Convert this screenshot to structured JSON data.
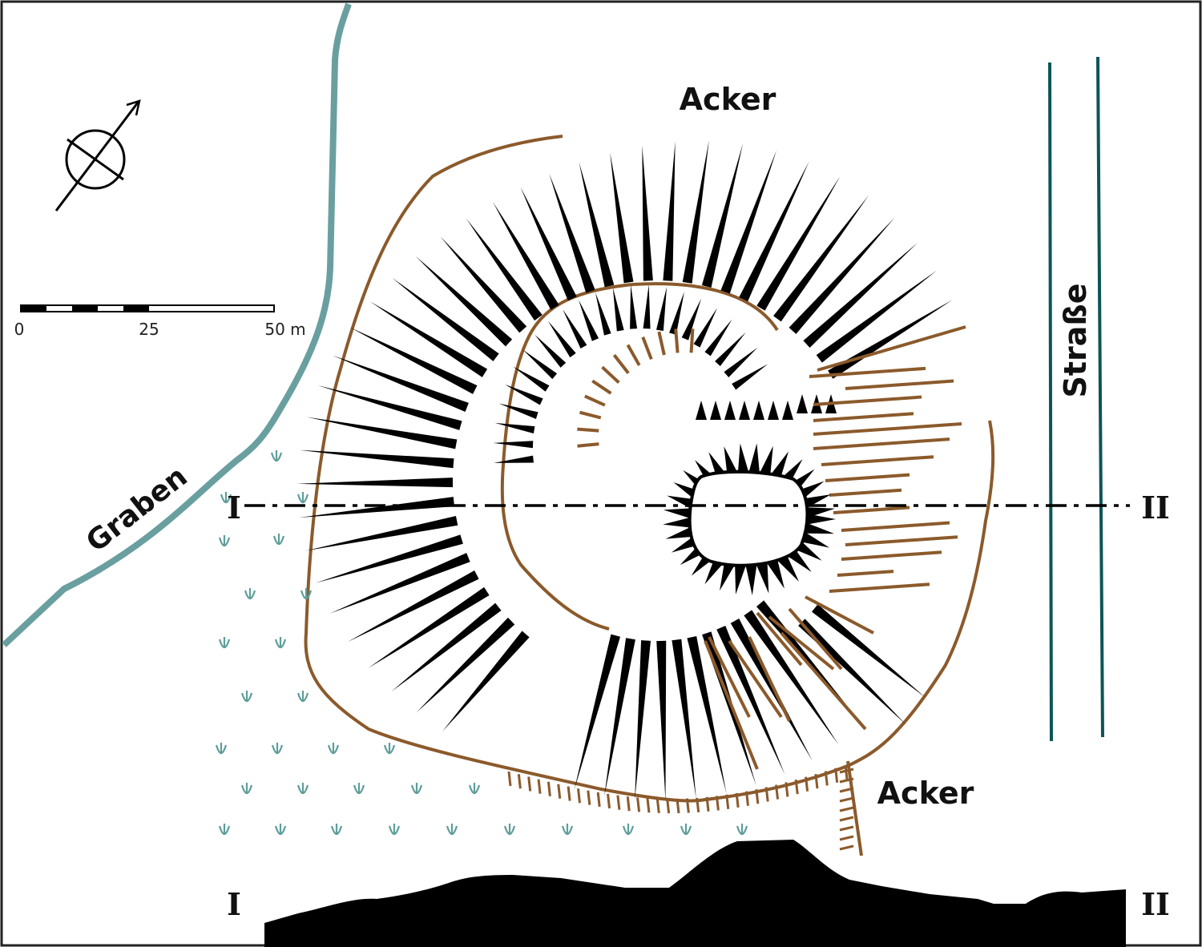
{
  "labels": {
    "acker_north": "Acker",
    "acker_south": "Acker",
    "strasse": "Straße",
    "graben": "Graben"
  },
  "section": {
    "start": "I",
    "end": "II",
    "profile_start": "I",
    "profile_end": "II"
  },
  "scale": {
    "tick_0": "0",
    "tick_25": "25",
    "tick_50": "50 m"
  },
  "icons": {
    "north": "north-arrow-icon",
    "marsh": "marsh-tuft-icon"
  },
  "colors": {
    "contour": "#8b5a2b",
    "hachure_dark": "#000000",
    "hachure_light": "#8b5a2b",
    "ditch": "#6a9fa0",
    "road": "#0d5555",
    "marsh": "#5e9e9a",
    "frame": "#222222"
  }
}
